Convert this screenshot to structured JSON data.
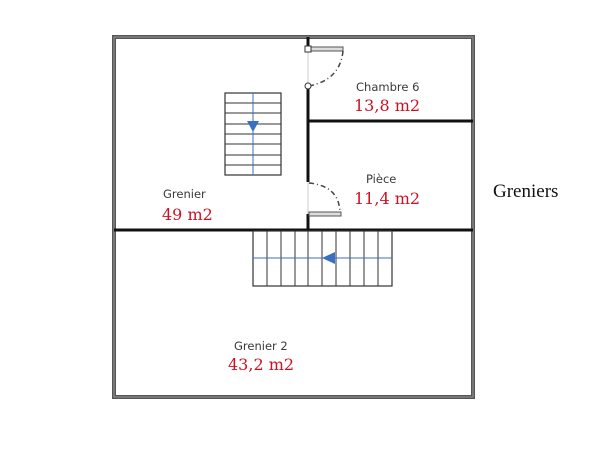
{
  "plan": {
    "title": "Greniers",
    "colors": {
      "outer_wall": "#555555",
      "inner_wall": "#111111",
      "area_text": "#cc1122",
      "room_text": "#3a3a3a",
      "stair_arrow": "#3b6fc4"
    },
    "rooms": [
      {
        "name": "Grenier",
        "area": "49 m2"
      },
      {
        "name": "Chambre 6",
        "area": "13,8 m2"
      },
      {
        "name": "Pièce",
        "area": "11,4 m2"
      },
      {
        "name": "Grenier 2",
        "area": "43,2 m2"
      }
    ],
    "stairs": [
      {
        "id": "upper-stair",
        "direction": "down",
        "steps": 8
      },
      {
        "id": "lower-stair",
        "direction": "left",
        "steps": 11
      }
    ],
    "doors": [
      {
        "id": "door-chambre-6"
      },
      {
        "id": "door-piece"
      }
    ]
  }
}
